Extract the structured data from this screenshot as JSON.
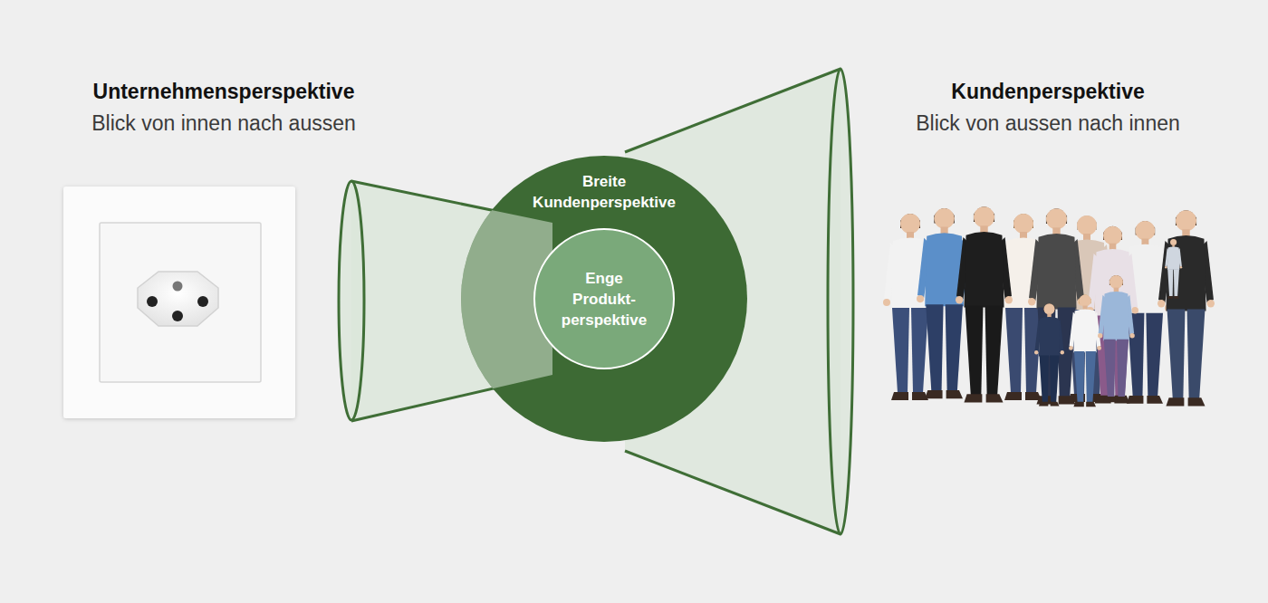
{
  "diagram": {
    "nodes": [
      {
        "text": [
          "Breite Kundenperspektive"
        ]
      },
      {
        "text": [
          "Enge Produkt- perspektive"
        ],
        "in": 0
      }
    ],
    "labels": [
      "Unternehmensperspektive",
      "Blick von innen nach aussen",
      "Kundenperspektive",
      "Blick von aussen nach innen"
    ]
  }
}
